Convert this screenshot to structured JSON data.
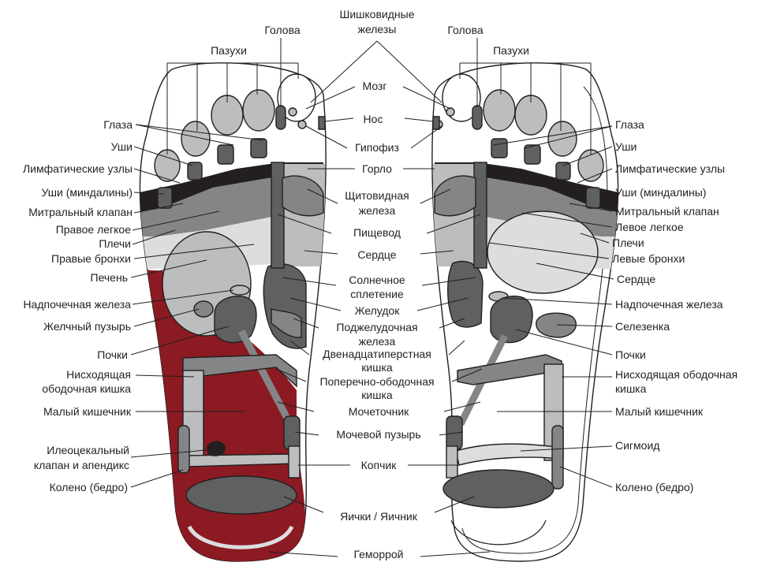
{
  "colors": {
    "red_zone": "#8b1a22",
    "dark": "#5f6062",
    "mid": "#848587",
    "light": "#bcbdbf",
    "pale": "#dcdddf",
    "black": "#231f20"
  },
  "labels": {
    "pineal": [
      "Шишковидные",
      "железы"
    ],
    "head_left": "Голова",
    "head_right": "Голова",
    "sinus_left": "Пазухи",
    "sinus_right": "Пазухи",
    "brain": "Мозг",
    "nose": "Нос",
    "pituitary": "Гипофиз",
    "throat": "Горло",
    "thyroid": [
      "Щитовидная",
      "железа"
    ],
    "esophagus": "Пищевод",
    "heart_center": "Сердце",
    "solar_plexus": [
      "Солнечное",
      "сплетение"
    ],
    "stomach": "Желудок",
    "pancreas": [
      "Поджелудочная",
      "железа"
    ],
    "duodenum": [
      "Двенадцатиперстная",
      "кишка"
    ],
    "transverse_colon": [
      "Поперечно-ободочная",
      "кишка"
    ],
    "ureter": "Мочеточник",
    "bladder": "Мочевой пузырь",
    "coccyx": "Копчик",
    "gonads": "Яички / Яичник",
    "hemorrhoids": "Геморрой",
    "left_side": {
      "eyes": "Глаза",
      "ears": "Уши",
      "lymph": "Лимфатические узлы",
      "tonsils": "Уши (миндалины)",
      "mitral": "Митральный клапан",
      "lung": "Правое легкое",
      "shoulders": "Плечи",
      "bronchi": "Правые бронхи",
      "liver": "Печень",
      "adrenal": "Надпочечная железа",
      "gallbladder": "Желчный пузырь",
      "kidneys": "Почки",
      "colon": [
        "Нисходящая",
        "ободочная кишка"
      ],
      "small_intestine": "Малый кишечник",
      "ileocecal": [
        "Илеоцекальный",
        "клапан и апендикс"
      ],
      "knee": "Колено (бедро)"
    },
    "right_side": {
      "eyes": "Глаза",
      "ears": "Уши",
      "lymph": "Лимфатические узлы",
      "tonsils": "Уши (миндалины)",
      "mitral": "Митральный клапан",
      "lung": "Левое легкое",
      "shoulders": "Плечи",
      "bronchi": "Левые бронхи",
      "heart": "Сердце",
      "adrenal": "Надпочечная железа",
      "spleen": "Селезенка",
      "kidneys": "Почки",
      "colon": [
        "Нисходящая ободочная",
        "кишка"
      ],
      "small_intestine": "Малый кишечник",
      "sigmoid": "Сигмоид",
      "knee": "Колено (бедро)"
    }
  }
}
